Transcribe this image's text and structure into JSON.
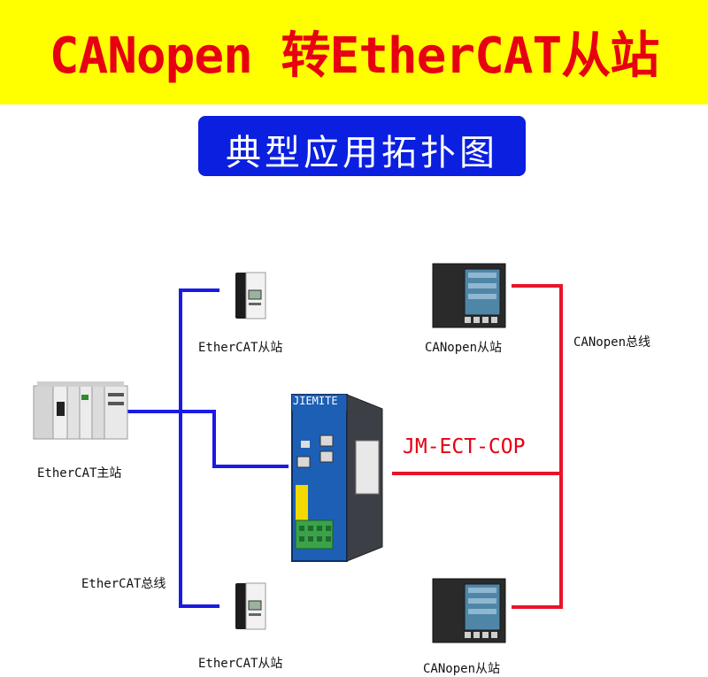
{
  "header": {
    "title": "CANopen 转EtherCAT从站",
    "subtitle": "典型应用拓扑图"
  },
  "nodes": {
    "ethercat_master": "EtherCAT主站",
    "ethercat_slave_top": "EtherCAT从站",
    "ethercat_slave_bottom": "EtherCAT从站",
    "canopen_slave_top": "CANopen从站",
    "canopen_slave_bottom": "CANopen从站",
    "gateway_brand": "JIEMITE",
    "gateway_model": "JM-ECT-COP"
  },
  "buses": {
    "ethercat_bus": "EtherCAT总线",
    "canopen_bus": "CANopen总线"
  },
  "colors": {
    "banner_bg": "#ffff00",
    "title_text": "#e60012",
    "subtitle_bg": "#0a1fe0",
    "ethercat_line": "#1a1ae6",
    "canopen_line": "#e8142a"
  }
}
